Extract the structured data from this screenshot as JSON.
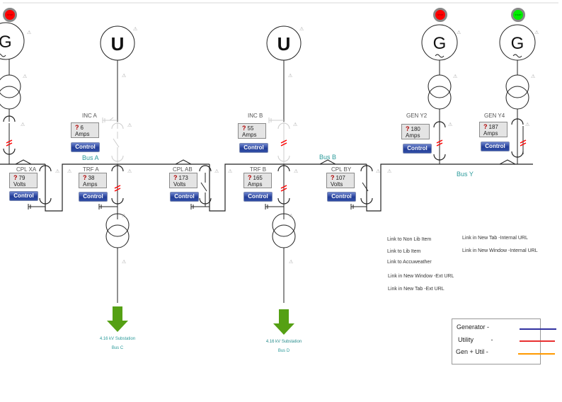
{
  "generators": [
    {
      "id": "gen-left",
      "symbol": "G",
      "status": "STOP",
      "status_color": "#ff0000"
    },
    {
      "id": "gen-y2",
      "symbol": "G",
      "status": "STOP",
      "status_color": "#ff0000"
    },
    {
      "id": "gen-y4",
      "symbol": "G",
      "status": "START",
      "status_color": "#00ee00"
    }
  ],
  "utilities": [
    {
      "id": "util-a",
      "symbol": "U"
    },
    {
      "id": "util-b",
      "symbol": "U"
    }
  ],
  "breakers": [
    {
      "id": "inc-a",
      "label": "INC A",
      "value": "6",
      "unit": "Amps",
      "control": "Control"
    },
    {
      "id": "inc-b",
      "label": "INC B",
      "value": "55",
      "unit": "Amps",
      "control": "Control"
    },
    {
      "id": "cpl-xa",
      "label": "CPL XA",
      "value": "79",
      "unit": "Volts",
      "control": "Control"
    },
    {
      "id": "trf-a",
      "label": "TRF A",
      "value": "38",
      "unit": "Amps",
      "control": "Control"
    },
    {
      "id": "cpl-ab",
      "label": "CPL AB",
      "value": "173",
      "unit": "Volts",
      "control": "Control"
    },
    {
      "id": "trf-b",
      "label": "TRF B",
      "value": "165",
      "unit": "Amps",
      "control": "Control"
    },
    {
      "id": "cpl-by",
      "label": "CPL BY",
      "value": "107",
      "unit": "Volts",
      "control": "Control"
    },
    {
      "id": "gen-y2",
      "label": "GEN Y2",
      "value": "180",
      "unit": "Amps",
      "control": "Control"
    },
    {
      "id": "gen-y4",
      "label": "GEN Y4",
      "value": "187",
      "unit": "Amps",
      "control": "Control"
    }
  ],
  "buses": {
    "a": "Bus A",
    "b": "Bus B",
    "y": "Bus Y"
  },
  "substations": [
    {
      "name": "4.16 kV Substation",
      "bus": "Bus C"
    },
    {
      "name": "4.16 kV Substation",
      "bus": "Bus D"
    }
  ],
  "links": [
    "Link to Non Lib Item",
    "Link to Lib Item",
    "Link to Accuweather",
    "Link in New Window -Ext URL",
    "Link in New Tab -Ext URL",
    "Link in New Tab -Internal URL",
    "Link in New Window -Internal URL"
  ],
  "legend": [
    {
      "label": "Generator",
      "sep": "-",
      "color": "#3030a0"
    },
    {
      "label": "Utility",
      "sep": "-",
      "color": "#e83030"
    },
    {
      "label": "Gen + Util",
      "sep": "-",
      "color": "#ff9900"
    }
  ],
  "colors": {
    "bus_label": "#2a9a9a",
    "substation_arrow": "#55a014",
    "fault": "#ff0000"
  }
}
